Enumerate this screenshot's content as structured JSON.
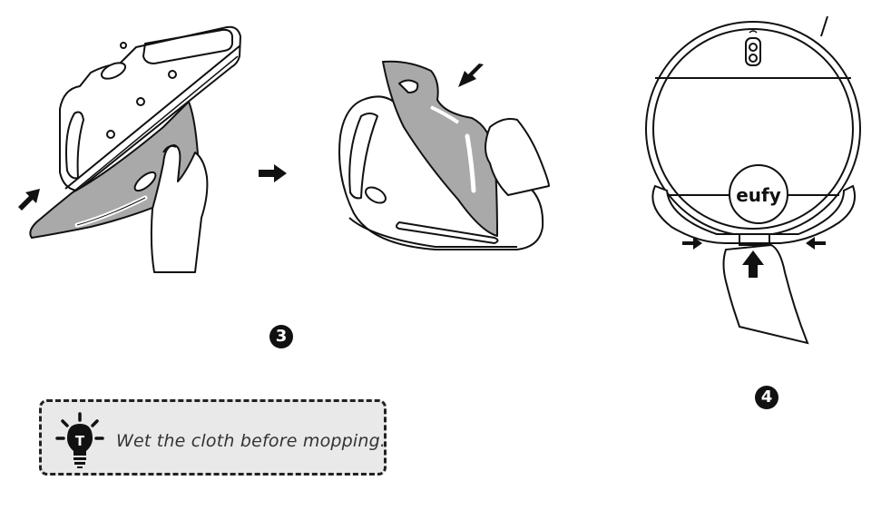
{
  "steps": {
    "step3_number": "3",
    "step4_number": "4"
  },
  "tip": {
    "text": "Wet the cloth before mopping.",
    "icon_letter": "T",
    "icon": "lightbulb-icon"
  },
  "robot": {
    "brand": "eufy"
  },
  "colors": {
    "cloth_gray": "#a9a9a9",
    "outline": "#111111",
    "tip_background": "#e9e9e9"
  }
}
